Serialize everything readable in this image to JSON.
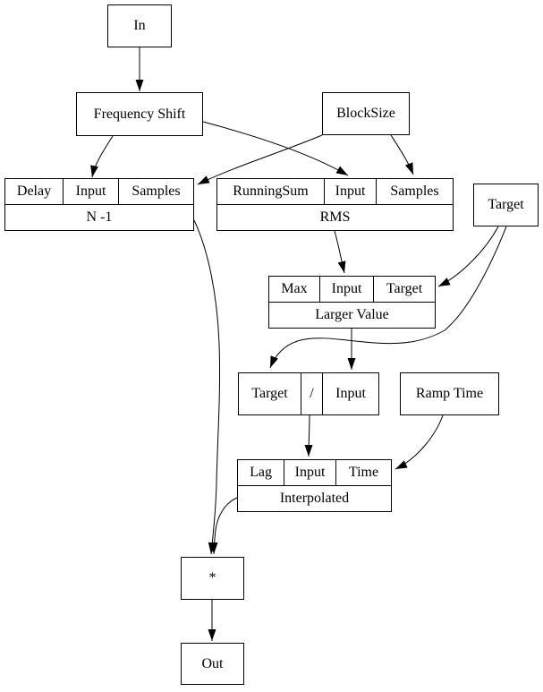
{
  "diagram": {
    "colors": {
      "background": "#ffffff",
      "stroke": "#000000",
      "text": "#000000"
    },
    "nodes": {
      "in": {
        "label": "In"
      },
      "frequency_shift": {
        "label": "Frequency Shift"
      },
      "block_size": {
        "label": "BlockSize"
      },
      "delay": {
        "cells": [
          "Delay",
          "Input",
          "Samples"
        ],
        "caption": "N -1"
      },
      "rms": {
        "cells": [
          "RunningSum",
          "Input",
          "Samples"
        ],
        "caption": "RMS"
      },
      "target": {
        "label": "Target"
      },
      "larger_value": {
        "cells": [
          "Max",
          "Input",
          "Target"
        ],
        "caption": "Larger Value"
      },
      "divide": {
        "cells": [
          "Target",
          "/",
          "Input"
        ]
      },
      "ramp_time": {
        "label": "Ramp Time"
      },
      "lag": {
        "cells": [
          "Lag",
          "Input",
          "Time"
        ],
        "caption": "Interpolated"
      },
      "multiply": {
        "label": "*"
      },
      "out": {
        "label": "Out"
      }
    },
    "edges": [
      {
        "from": "In",
        "to": "Frequency Shift"
      },
      {
        "from": "Frequency Shift",
        "to": "N -1",
        "port": "Input"
      },
      {
        "from": "Frequency Shift",
        "to": "RMS",
        "port": "Input"
      },
      {
        "from": "BlockSize",
        "to": "N -1",
        "port": "Samples"
      },
      {
        "from": "BlockSize",
        "to": "RMS",
        "port": "Samples"
      },
      {
        "from": "RMS",
        "to": "Larger Value",
        "port": "Input"
      },
      {
        "from": "Target",
        "to": "Larger Value",
        "port": "Target"
      },
      {
        "from": "Target",
        "to": "/",
        "port": "Target"
      },
      {
        "from": "Larger Value",
        "to": "/",
        "port": "Input"
      },
      {
        "from": "/",
        "to": "Interpolated",
        "port": "Input"
      },
      {
        "from": "Ramp Time",
        "to": "Interpolated",
        "port": "Time"
      },
      {
        "from": "N -1",
        "to": "*"
      },
      {
        "from": "Interpolated",
        "to": "*"
      },
      {
        "from": "*",
        "to": "Out"
      }
    ]
  }
}
